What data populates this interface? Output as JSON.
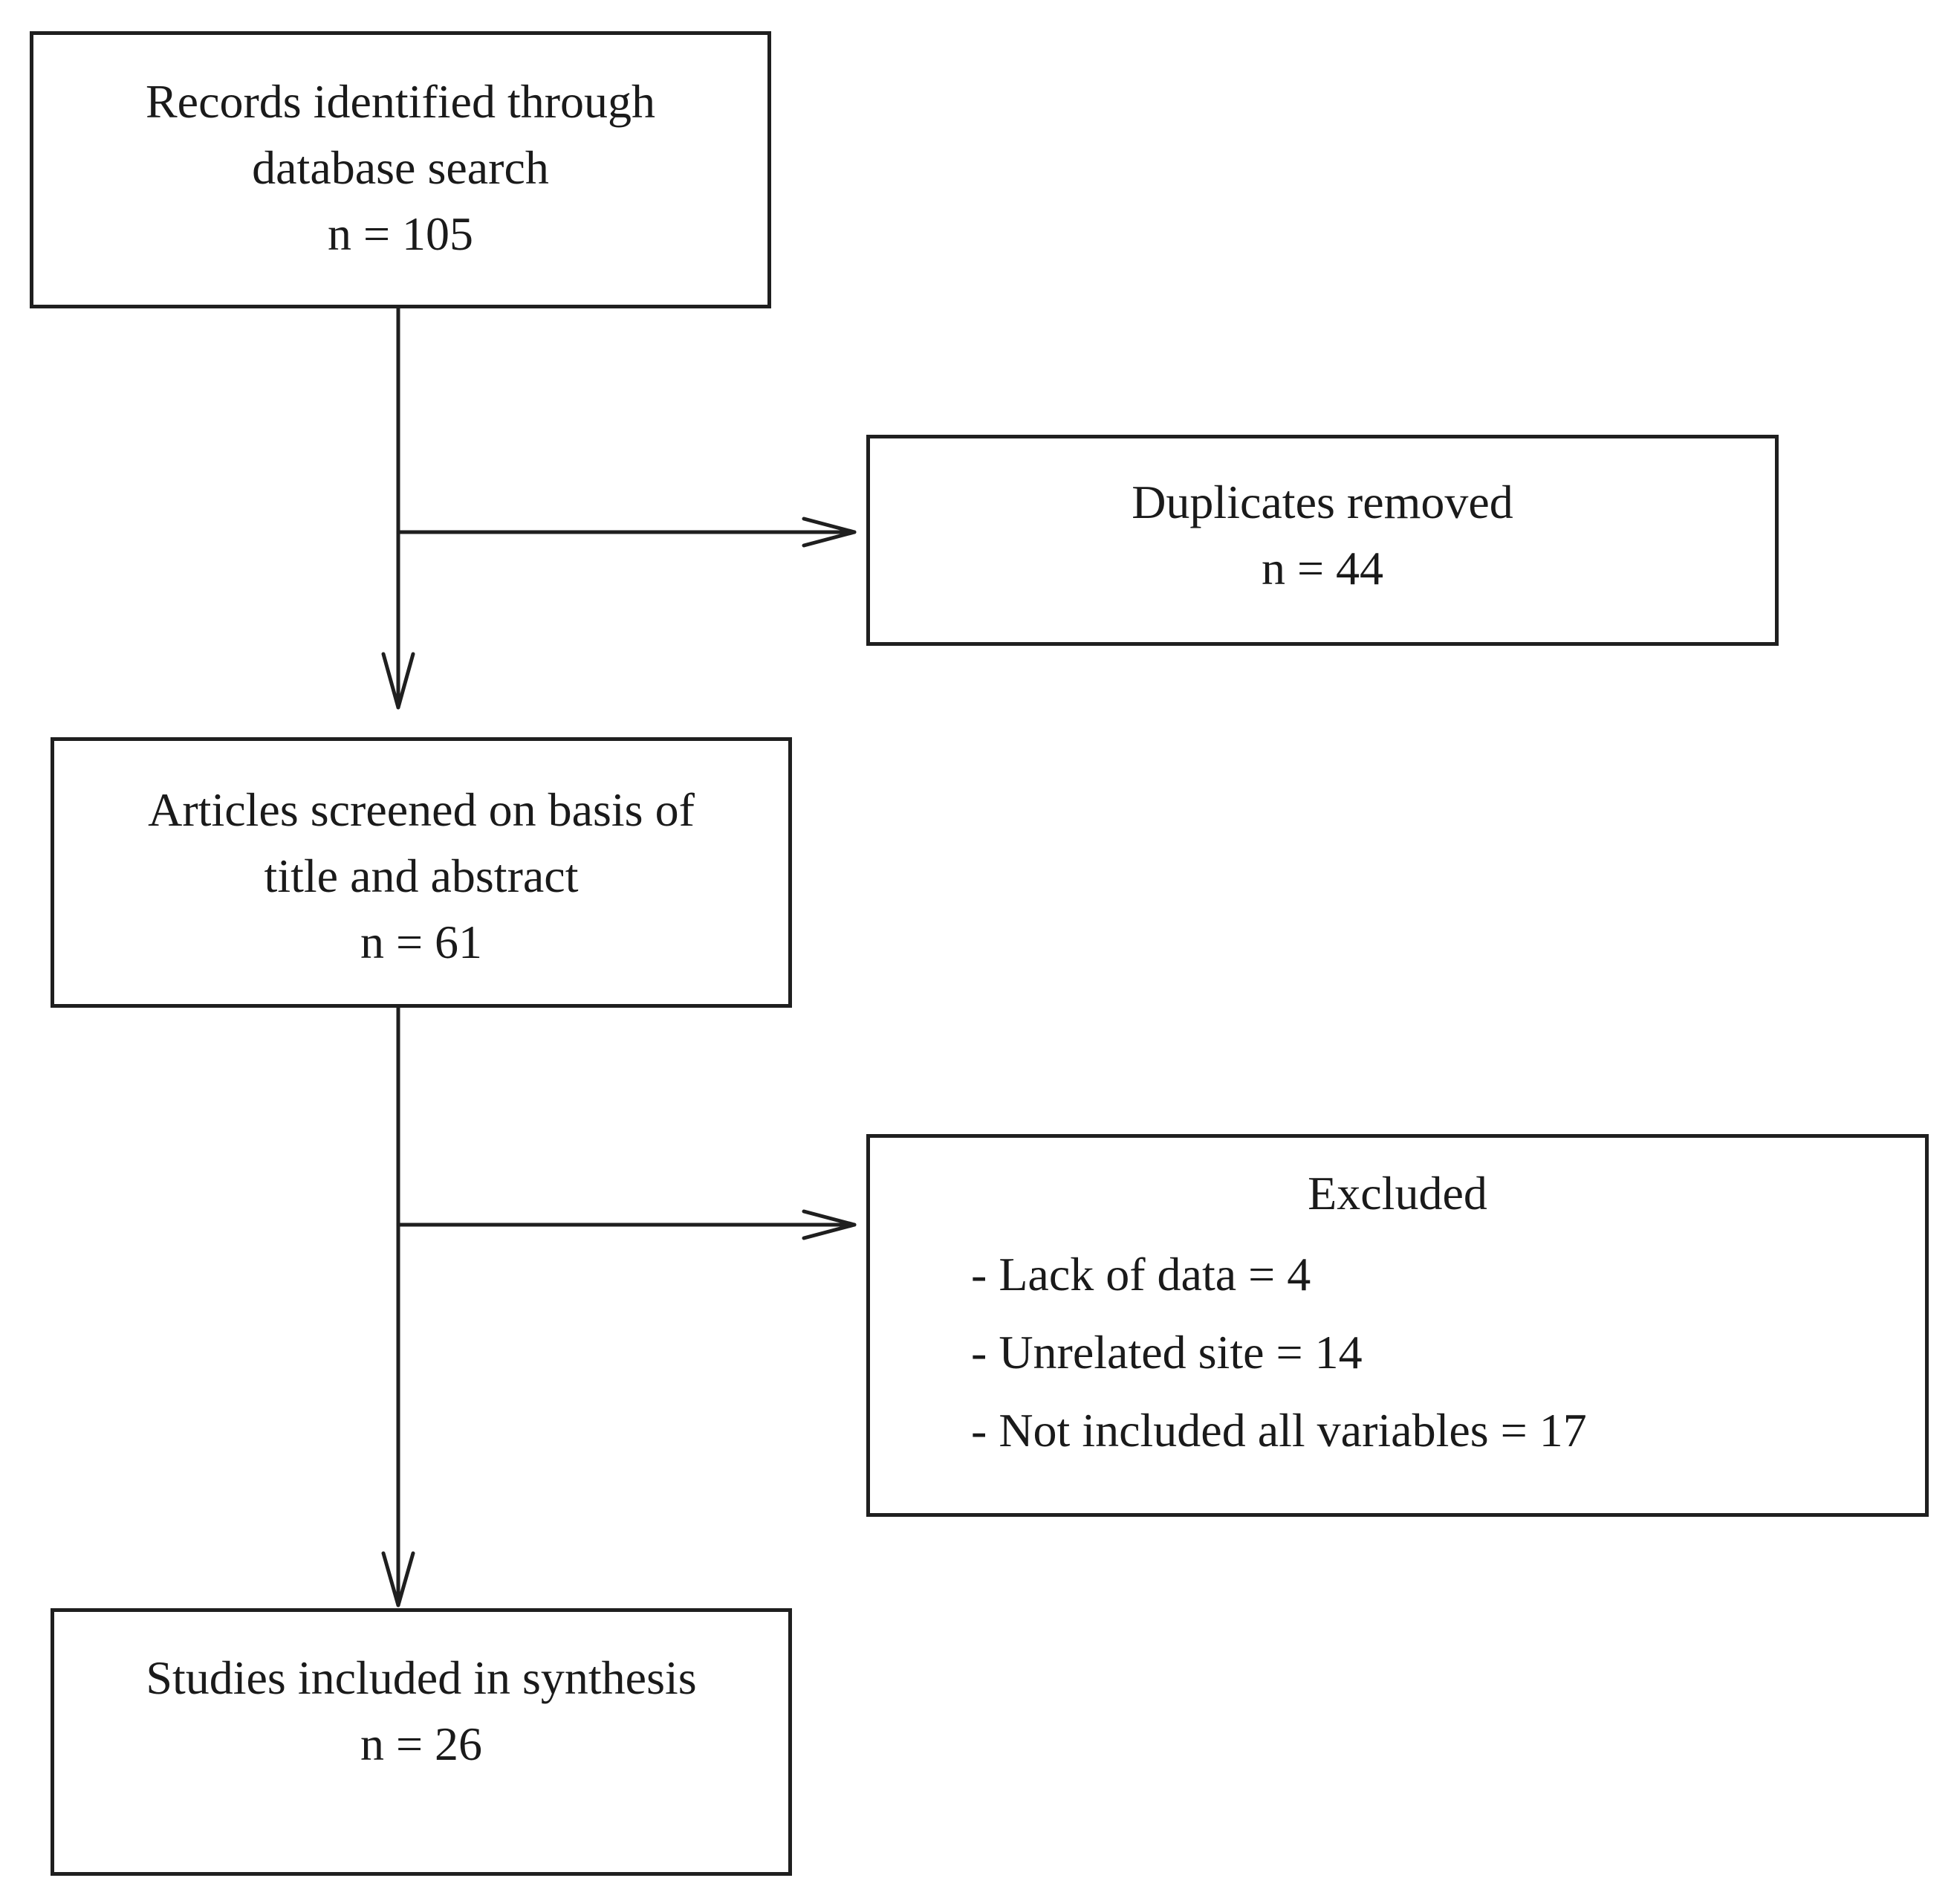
{
  "flowchart": {
    "records": {
      "line1": "Records identified through",
      "line2": "database search",
      "count": "n = 105"
    },
    "duplicates": {
      "line1": "Duplicates removed",
      "count": "n = 44"
    },
    "screened": {
      "line1": "Articles screened on basis of",
      "line2": "title and abstract",
      "count": "n = 61"
    },
    "excluded": {
      "title": "Excluded",
      "items": [
        "- Lack of data = 4",
        "- Unrelated site = 14",
        "- Not included all variables = 17"
      ]
    },
    "included": {
      "line1": "Studies included in synthesis",
      "count": "n = 26"
    }
  },
  "colors": {
    "line": "#1f1f1f",
    "text": "#1a1a1a",
    "background": "#ffffff"
  }
}
